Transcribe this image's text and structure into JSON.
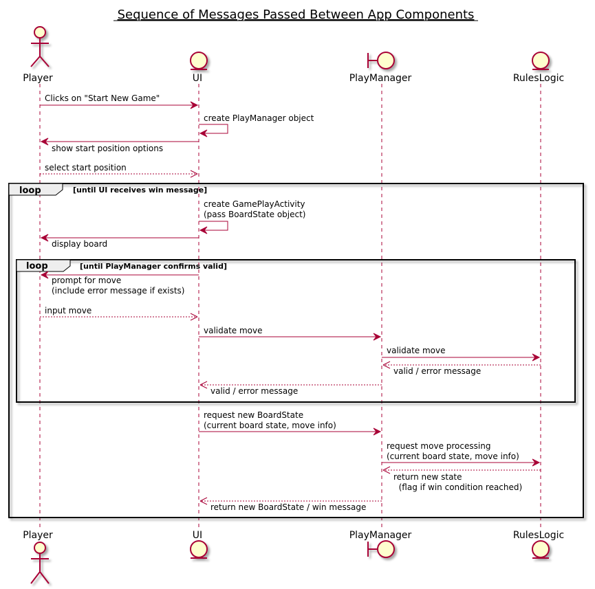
{
  "title": "Sequence of Messages Passed Between App Components",
  "colors": {
    "arrow": "#A80036",
    "participant_fill": "#FEFECE",
    "participant_stroke": "#A80036",
    "frame_stroke": "#000000",
    "background": "#FFFFFF"
  },
  "participants": [
    {
      "name": "Player",
      "kind": "actor-icon"
    },
    {
      "name": "UI",
      "kind": "entity-icon"
    },
    {
      "name": "PlayManager",
      "kind": "boundary-icon"
    },
    {
      "name": "RulesLogic",
      "kind": "entity-icon"
    }
  ],
  "messages": [
    {
      "from": "Player",
      "to": "UI",
      "style": "solid",
      "lines": [
        "Clicks on \"Start New Game\""
      ]
    },
    {
      "from": "UI",
      "to": "UI",
      "style": "solid",
      "lines": [
        "create PlayManager object"
      ]
    },
    {
      "from": "UI",
      "to": "Player",
      "style": "solid",
      "lines": [
        "show start position options"
      ]
    },
    {
      "from": "Player",
      "to": "UI",
      "style": "dashed",
      "lines": [
        "select start position"
      ]
    },
    {
      "from": "UI",
      "to": "UI",
      "style": "solid",
      "lines": [
        "create GamePlayActivity",
        "(pass BoardState object)"
      ]
    },
    {
      "from": "UI",
      "to": "Player",
      "style": "solid",
      "lines": [
        "display board"
      ]
    },
    {
      "from": "UI",
      "to": "Player",
      "style": "solid",
      "lines": [
        "prompt for move",
        "(include error message if exists)"
      ]
    },
    {
      "from": "Player",
      "to": "UI",
      "style": "dashed",
      "lines": [
        "input move"
      ]
    },
    {
      "from": "UI",
      "to": "PlayManager",
      "style": "solid",
      "lines": [
        "validate move"
      ]
    },
    {
      "from": "PlayManager",
      "to": "RulesLogic",
      "style": "solid",
      "lines": [
        "validate move"
      ]
    },
    {
      "from": "RulesLogic",
      "to": "PlayManager",
      "style": "dashed",
      "lines": [
        "valid / error message"
      ]
    },
    {
      "from": "PlayManager",
      "to": "UI",
      "style": "dashed",
      "lines": [
        "valid / error message"
      ]
    },
    {
      "from": "UI",
      "to": "PlayManager",
      "style": "solid",
      "lines": [
        "request new BoardState",
        "(current board state, move info)"
      ]
    },
    {
      "from": "PlayManager",
      "to": "RulesLogic",
      "style": "solid",
      "lines": [
        "request move processing",
        "(current board state, move info)"
      ]
    },
    {
      "from": "RulesLogic",
      "to": "PlayManager",
      "style": "dashed",
      "lines": [
        "return new state",
        "  (flag if win condition reached)"
      ]
    },
    {
      "from": "PlayManager",
      "to": "UI",
      "style": "dashed",
      "lines": [
        "return new BoardState / win message"
      ]
    }
  ],
  "frames": [
    {
      "keyword": "loop",
      "condition": "[until UI receives win message]"
    },
    {
      "keyword": "loop",
      "condition": "[until PlayManager confirms valid]"
    }
  ]
}
